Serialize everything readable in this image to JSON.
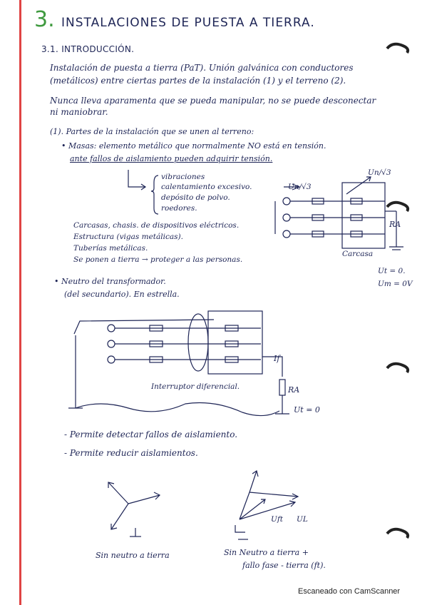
{
  "heading": {
    "number": "3.",
    "title": "INSTALACIONES DE PUESTA A TIERRA."
  },
  "section": {
    "title": "3.1. INTRODUCCIÓN."
  },
  "intro": {
    "line1": "Instalación de puesta a tierra (PaT). Unión galvánica con conductores",
    "line2": "(metálicos) entre ciertas partes de la instalación (1) y el terreno (2).",
    "line3": "Nunca lleva aparamenta que se pueda manipular, no se puede desconectar",
    "line4": "ni maniobrar."
  },
  "parts": {
    "heading": "(1). Partes de la instalación que se unen al terreno:",
    "masas_line1": "• Masas: elemento metálico que normalmente NO está en tensión.",
    "masas_line2": "ante fallos de aislamiento pueden adquirir tensión.",
    "causes": [
      "vibraciones",
      "calentamiento excesivo.",
      "depósito de polvo.",
      "roedores."
    ],
    "examples": [
      "Carcasas, chasis. de dispositivos eléctricos.",
      "Estructura (vigas metálicas).",
      "Tuberías metálicas.",
      "Se ponen a tierra → proteger a las personas."
    ],
    "neutro_line1": "• Neutro del transformador.",
    "neutro_line2": "(del secundario). En estrella."
  },
  "diagram1": {
    "un_top": "Un/√3",
    "un_left": "Un/√3",
    "ra": "RA",
    "carcasa": "Carcasa",
    "ut": "Ut = 0.",
    "um": "Um = 0V"
  },
  "diagram2": {
    "if": "If",
    "ra": "RA",
    "ut": "Ut = 0",
    "interruptor": "Interruptor diferencial."
  },
  "benefits": [
    "- Permite detectar fallos de aislamiento.",
    "- Permite reducir aislamientos."
  ],
  "diagram3": {
    "caption_left": "Sin neutro a tierra",
    "caption_right_line1": "Sin Neutro a tierra +",
    "caption_right_line2": "fallo fase - tierra (ft).",
    "uft": "Uft",
    "ul": "UL"
  },
  "footer": "Escaneado con CamScanner",
  "colors": {
    "ink": "#1e2556",
    "accent": "#3f9a3f",
    "margin": "#e04444"
  }
}
